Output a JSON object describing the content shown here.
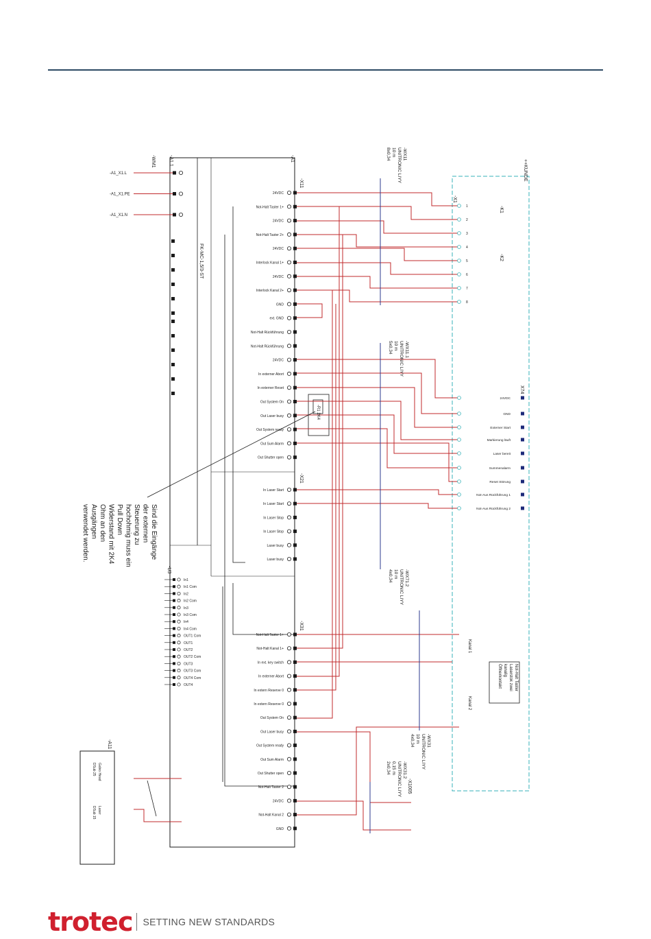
{
  "brand": {
    "logo_text": "trotec",
    "tagline": "SETTING NEW STANDARDS",
    "accent": "#d0202e",
    "rule_color": "#2c4a64"
  },
  "wire_colors": {
    "red": "#c0282b",
    "blue": "#2b3a8c",
    "black": "#1a1a1a",
    "cyan": "#35b1b8"
  },
  "note": [
    "Sind die Eingänge",
    "der externen",
    "Steuerung zu",
    "hochohmig muss ein",
    "Pull Down",
    "Widerstand mit 2K4",
    "Ohm an den",
    "Ausgängen",
    "verwendet werden."
  ],
  "component_labels": {
    "a1": "-A1",
    "a1_1": "-A1.1",
    "wm1": "-WM1",
    "x11": "-X11",
    "x21": "-X21",
    "x31": "-X31",
    "u3": "-U3",
    "a11": "-A11",
    "kunde": "++KUNDE",
    "x1": "-X1",
    "x74": "X74",
    "r1": "-R1\n2K4",
    "k1": "-K1",
    "k2": "-K2",
    "fk": "FK-MC-1,5/3-ST",
    "x1005": "-X1005",
    "kanal1": "Kanal 1",
    "kanal2": "Kanal 2",
    "mains": [
      "-A1_X1.L",
      "-A1_X1.PE",
      "-A1_X1.N"
    ]
  },
  "cables": [
    [
      "-WX11",
      "UNITRONIC LIYY",
      "10 m",
      "8x0,34"
    ],
    [
      "-WX11.1",
      "UNITRONIC LIYY",
      "10 m",
      "5x0,34"
    ],
    [
      "-WX71.2",
      "UNITRONIC LIYY",
      "10 m",
      "4x0,34"
    ],
    [
      "-WX31",
      "UNITRONIC LIYY",
      "10 m",
      "4x0,34"
    ],
    [
      "-WX31.2",
      "UNITRONIC LIYY",
      "0,15 m",
      "2x0,34"
    ]
  ],
  "x11_terminals": [
    "24VDC",
    "Not-Halt Taster 1+",
    "24VDC",
    "Not-Halt Taster 2+",
    "24VDC",
    "Interlock Kanal 1+",
    "24VDC",
    "Interlock Kanal 2+",
    "GND",
    "ext. GND",
    "Not-Halt Rückführung",
    "Not-Halt Rückführung",
    "24VDC",
    "In externer Abort",
    "In externer Reset",
    "Out System On",
    "Out Laser busy",
    "Out System ready",
    "Out Sum Alarm",
    "Out Shutter open"
  ],
  "x21_terminals": [
    "In Laser Start",
    "In Laser Start",
    "In Laser Stop",
    "In Laser Stop",
    "Laser busy",
    "Laser busy"
  ],
  "x31_terminals": [
    "Not-Halt Taster 1+",
    "Not-Halt Kanal 1+",
    "In ext. key switch",
    "In externer Abort",
    "In extern Reserve 0",
    "In extern Reserve 0",
    "Out System On",
    "Out Laser busy",
    "Out System ready",
    "Out Sum Alarm",
    "Out Shutter open",
    "Not-Halt Taster 2",
    "24VDC",
    "Not-Halt Kanal 2",
    "GND"
  ],
  "u3_io": [
    "In1",
    "In1 Com",
    "In2",
    "In2 Com",
    "In3",
    "In3 Com",
    "In4",
    "In4 Com",
    "OUT1 Com",
    "OUT1",
    "OUT2",
    "OUT2 Com",
    "OUT3",
    "OUT3 Com",
    "OUT4 Com",
    "OUT4"
  ],
  "x74_signals": [
    "24VDC",
    "GND",
    "Externer Start",
    "Markierung läuft",
    "Laser bereit",
    "Summenalarm",
    "Reset Störung",
    "Not-Aus Rückführung 1",
    "Not-Aus Rückführung 2"
  ],
  "kunde_box": [
    "Not-Halt Taster",
    "Laserstok zwei",
    "kanalig",
    "Öffnerkontakt"
  ],
  "a11_labels": [
    "Galvo Head",
    "DSub 25",
    "Laser",
    "DSub 15"
  ]
}
